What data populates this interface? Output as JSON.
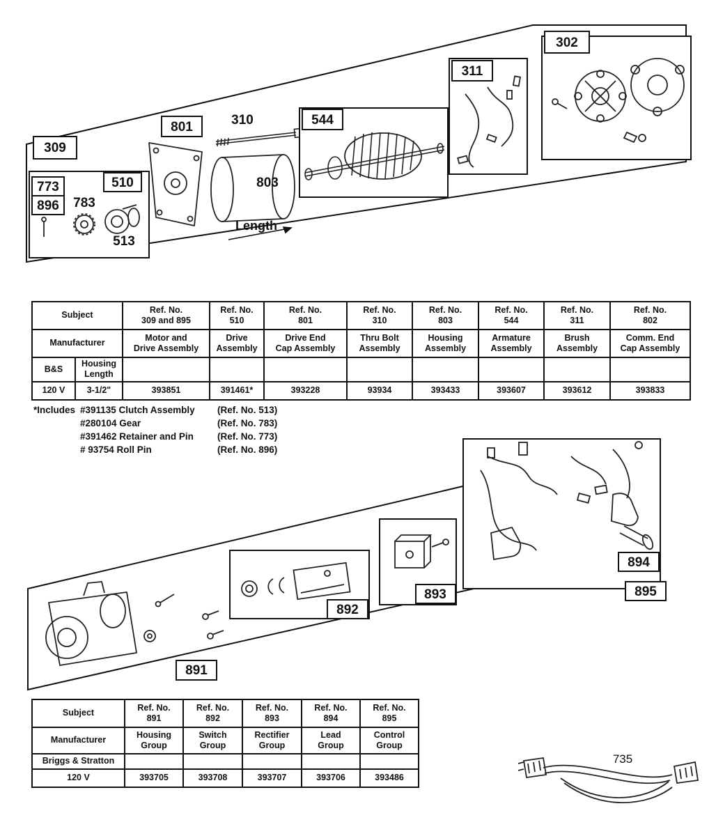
{
  "diagram_top": {
    "labels": {
      "ref_309": "309",
      "ref_773": "773",
      "ref_896": "896",
      "ref_783": "783",
      "ref_510": "510",
      "ref_513": "513",
      "ref_801": "801",
      "ref_310": "310",
      "ref_803": "803",
      "length_label": "Length",
      "ref_544": "544",
      "ref_311": "311",
      "ref_802": "302"
    }
  },
  "table_starter": {
    "subject_label": "Subject",
    "manufacturer_label": "Manufacturer",
    "columns": [
      {
        "ref": "Ref. No.\n309 and 895",
        "name": "Motor and\nDrive Assembly"
      },
      {
        "ref": "Ref. No.\n510",
        "name": "Drive\nAssembly"
      },
      {
        "ref": "Ref. No.\n801",
        "name": "Drive End\nCap Assembly"
      },
      {
        "ref": "Ref. No.\n310",
        "name": "Thru Bolt\nAssembly"
      },
      {
        "ref": "Ref. No.\n803",
        "name": "Housing\nAssembly"
      },
      {
        "ref": "Ref. No.\n544",
        "name": "Armature\nAssembly"
      },
      {
        "ref": "Ref. No.\n311",
        "name": "Brush\nAssembly"
      },
      {
        "ref": "Ref. No.\n802",
        "name": "Comm. End\nCap Assembly"
      }
    ],
    "spec_row": {
      "brand": "B&S",
      "housing": "Housing\nLength"
    },
    "data_row": {
      "voltage": "120 V",
      "housing_length": "3-1/2\"",
      "values": [
        "393851",
        "391461*",
        "393228",
        "93934",
        "393433",
        "393607",
        "393612",
        "393833"
      ]
    }
  },
  "footnote": {
    "prefix": "*Includes",
    "items": [
      {
        "part": "#391135 Clutch Assembly",
        "ref": "(Ref. No. 513)"
      },
      {
        "part": "#280104 Gear",
        "ref": "(Ref. No. 783)"
      },
      {
        "part": "#391462 Retainer and Pin",
        "ref": "(Ref. No. 773)"
      },
      {
        "part": "# 93754 Roll Pin",
        "ref": "(Ref. No. 896)"
      }
    ]
  },
  "diagram_bottom": {
    "labels": {
      "ref_891": "891",
      "ref_892": "892",
      "ref_893": "893",
      "ref_894": "894",
      "ref_895": "895"
    }
  },
  "table_groups": {
    "subject_label": "Subject",
    "manufacturer_label": "Manufacturer",
    "columns": [
      {
        "ref": "Ref. No.\n891",
        "name": "Housing\nGroup"
      },
      {
        "ref": "Ref. No.\n892",
        "name": "Switch\nGroup"
      },
      {
        "ref": "Ref. No.\n893",
        "name": "Rectifier\nGroup"
      },
      {
        "ref": "Ref. No.\n894",
        "name": "Lead\nGroup"
      },
      {
        "ref": "Ref. No.\n895",
        "name": "Control\nGroup"
      }
    ],
    "brand_label": "Briggs & Stratton",
    "data_row": {
      "voltage": "120 V",
      "values": [
        "393705",
        "393708",
        "393707",
        "393706",
        "393486"
      ]
    }
  },
  "cable": {
    "label": "735"
  }
}
